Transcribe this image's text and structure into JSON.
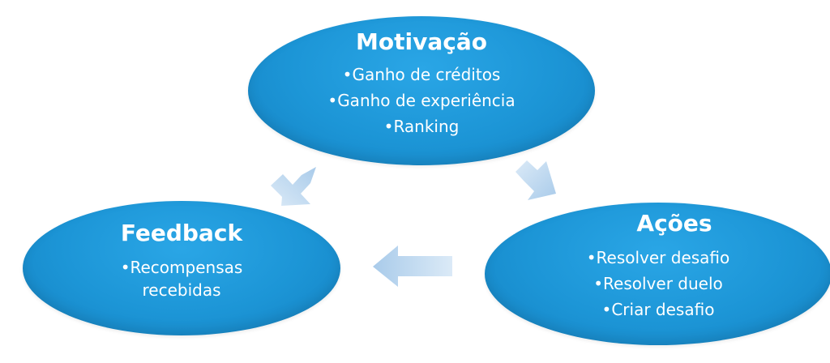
{
  "nodes": {
    "motivacao": {
      "title": "Motivação",
      "items": [
        "Ganho de créditos",
        "Ganho de experiência",
        "Ranking"
      ]
    },
    "acoes": {
      "title": "Ações",
      "items": [
        "Resolver desafio",
        "Resolver duelo",
        "Criar desafio"
      ]
    },
    "feedback": {
      "title": "Feedback",
      "items": [
        "Recompensas",
        "recebidas"
      ]
    }
  },
  "colors": {
    "node_fill": "#1c95d6",
    "arrow_fill_light": "#dbeaf7",
    "arrow_fill_dark": "#a9cbea",
    "text": "#ffffff"
  },
  "flow": [
    "motivacao",
    "acoes",
    "feedback"
  ]
}
